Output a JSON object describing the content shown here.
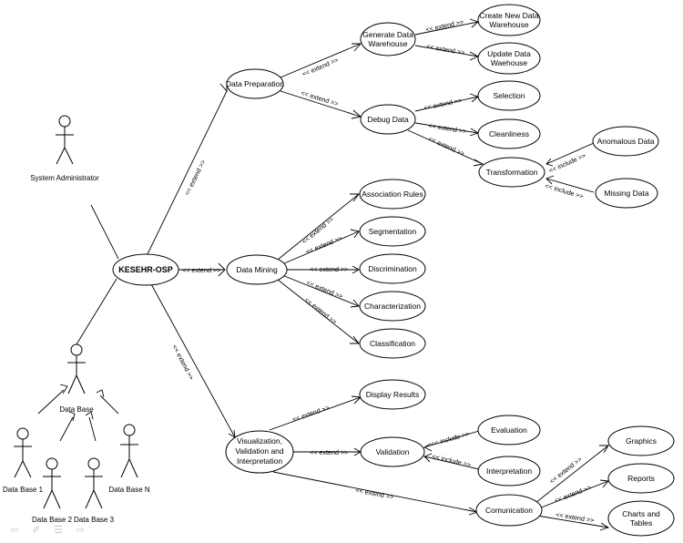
{
  "usecases": {
    "main": "KESEHR-OSP",
    "data_preparation": "Data Preparation",
    "generate_dw": [
      "Generate Data",
      "Warehouse"
    ],
    "create_dw": [
      "Create New Data",
      "Warehouse"
    ],
    "update_dw": [
      "Update Data",
      "Waehouse"
    ],
    "debug_data": "Debug Data",
    "selection": "Selection",
    "cleanliness": "Cleanliness",
    "transformation": "Transformation",
    "anomalous_data": "Anomalous Data",
    "missing_data": "Missing Data",
    "data_mining": "Data Mining",
    "association_rules": "Association Rules",
    "segmentation": "Segmentation",
    "discrimination": "Discrimination",
    "characterization": "Characterization",
    "classification": "Classification",
    "visualization": [
      "Visualization,",
      "Validation and",
      "Interpretation"
    ],
    "display_results": "Display Results",
    "validation": "Validation",
    "evaluation": "Evaluation",
    "interpretation": "Interpretation",
    "comunication": "Comunication",
    "graphics": "Graphics",
    "reports": "Reports",
    "charts_tables": [
      "Charts and",
      "Tables"
    ]
  },
  "actors": {
    "sys_admin": "System Administrator",
    "database": "Data Base",
    "db1": "Data Base 1",
    "db2": "Data Base 2",
    "db3": "Data Base 3",
    "dbn": "Data Base N"
  },
  "relations": {
    "extend": "<< extend >>",
    "include": "<< include >>"
  },
  "controls": {
    "prev": "⇦",
    "pen": "✐",
    "menu": "☰",
    "next": "⇨"
  }
}
